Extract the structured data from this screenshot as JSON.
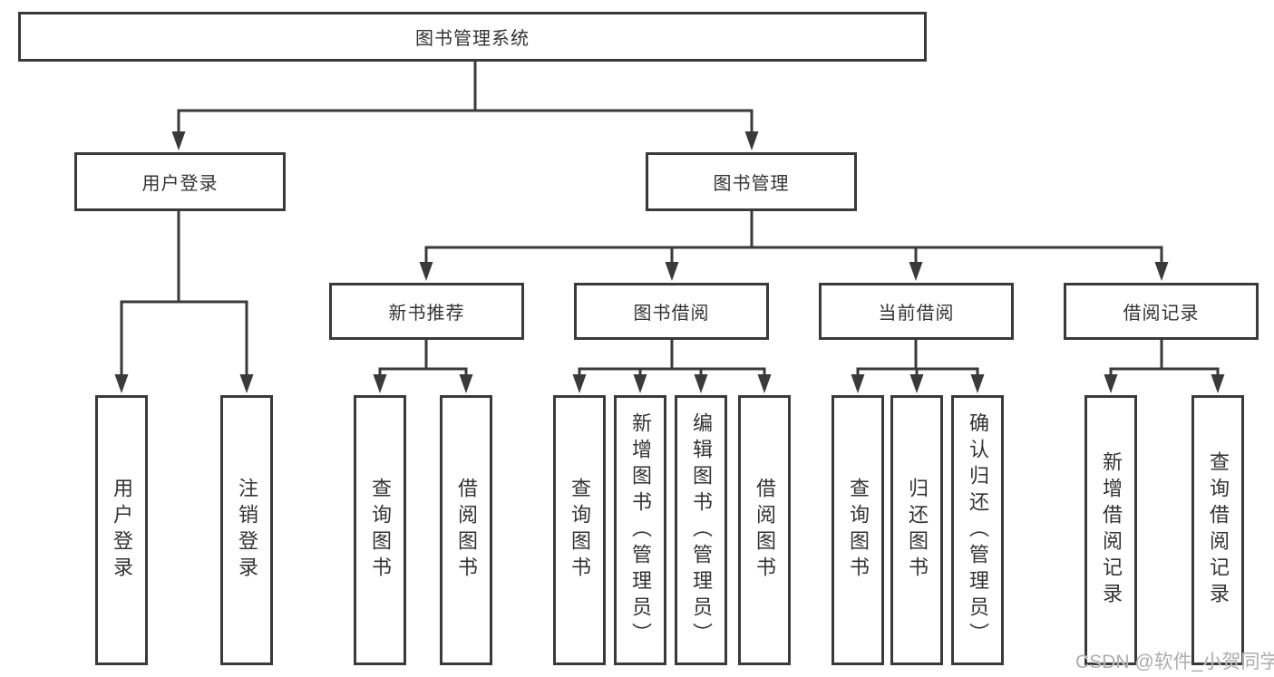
{
  "diagram": {
    "root": {
      "label": "图书管理系统"
    },
    "branches": [
      {
        "label": "用户登录",
        "leaves": [
          {
            "label": "用户登录"
          },
          {
            "label": "注销登录"
          }
        ]
      },
      {
        "label": "图书管理",
        "groups": [
          {
            "label": "新书推荐",
            "leaves": [
              {
                "label": "查询图书"
              },
              {
                "label": "借阅图书"
              }
            ]
          },
          {
            "label": "图书借阅",
            "leaves": [
              {
                "label": "查询图书"
              },
              {
                "label": "新增图书（管理员）"
              },
              {
                "label": "编辑图书（管理员）"
              },
              {
                "label": "借阅图书"
              }
            ]
          },
          {
            "label": "当前借阅",
            "leaves": [
              {
                "label": "查询图书"
              },
              {
                "label": "归还图书"
              },
              {
                "label": "确认归还（管理员）"
              }
            ]
          },
          {
            "label": "借阅记录",
            "leaves": [
              {
                "label": "新增借阅记录"
              },
              {
                "label": "查询借阅记录"
              }
            ]
          }
        ]
      }
    ]
  },
  "watermark": {
    "text": "CSDN @软件_小贺同学"
  },
  "colors": {
    "background": "#ffffff",
    "line": "#3a3a3a",
    "text": "#333333",
    "watermark": "#adadad"
  }
}
